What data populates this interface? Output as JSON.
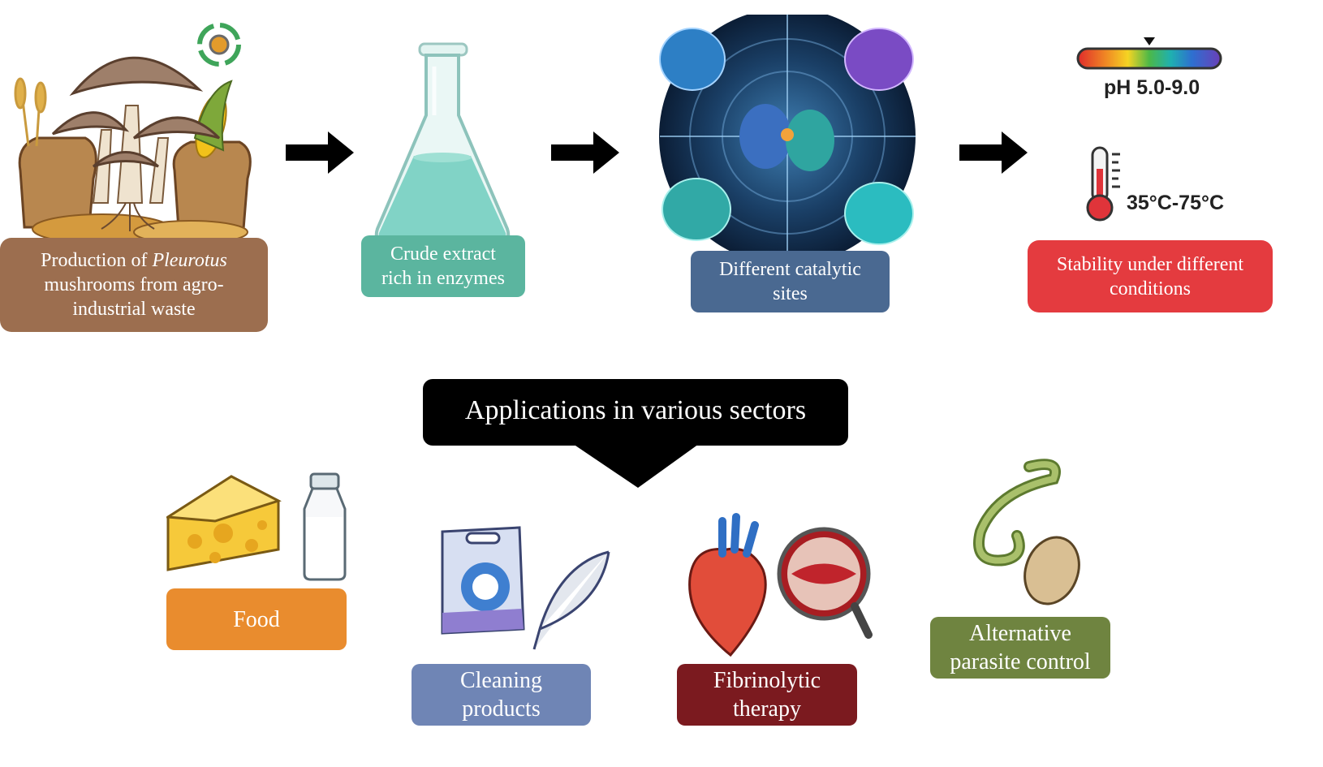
{
  "top_steps": [
    {
      "text_prefix": "Production of ",
      "text_italic": "Pleurotus",
      "text_rest": "mushrooms from agro-\nindustrial waste",
      "color": "#9c6e4f"
    },
    {
      "text": "Crude extract\nrich in enzymes",
      "color": "#5bb59f"
    },
    {
      "text": "Different catalytic\nsites",
      "color": "#4a6991"
    },
    {
      "text": "Stability under different\nconditions",
      "color": "#e43b3f"
    }
  ],
  "ph_label": "pH 5.0-9.0",
  "temp_label": "35°C-75°C",
  "applications_title": "Applications in various sectors",
  "applications": [
    {
      "text": "Food",
      "color": "#e98c2e"
    },
    {
      "text": "Cleaning\nproducts",
      "color": "#6f85b5"
    },
    {
      "text": "Fibrinolytic\ntherapy",
      "color": "#7b1a1f"
    },
    {
      "text": "Alternative\nparasite control",
      "color": "#6f8440"
    }
  ]
}
